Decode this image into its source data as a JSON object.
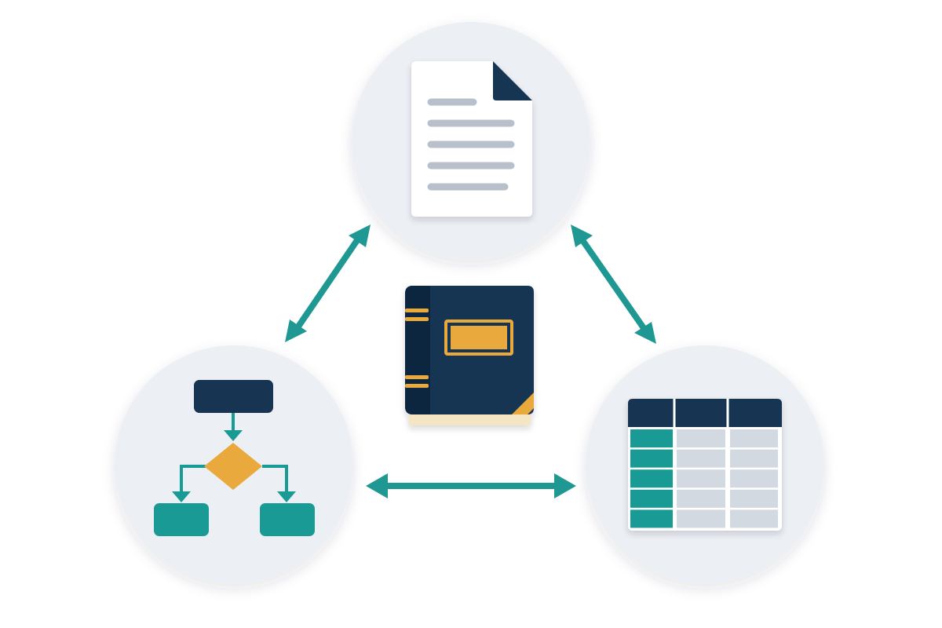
{
  "diagram": {
    "nodes": [
      {
        "id": "document",
        "icon": "document-icon"
      },
      {
        "id": "flowchart",
        "icon": "flowchart-icon"
      },
      {
        "id": "table",
        "icon": "table-icon"
      },
      {
        "id": "center",
        "icon": "book-icon"
      }
    ],
    "links": [
      {
        "from": "document",
        "to": "flowchart",
        "direction": "bidirectional"
      },
      {
        "from": "document",
        "to": "table",
        "direction": "bidirectional"
      },
      {
        "from": "flowchart",
        "to": "table",
        "direction": "bidirectional"
      }
    ]
  },
  "colors": {
    "background": "#ffffff",
    "node_circle": "#eceff3",
    "navy": "#183453",
    "teal": "#1a9a94",
    "gold": "#eaa93c",
    "arrow": "#1f9893",
    "paper": "#ffffff",
    "text_line": "#b8c1cb",
    "cell": "#d3d9e0",
    "page_edge": "#f4e6c3"
  }
}
